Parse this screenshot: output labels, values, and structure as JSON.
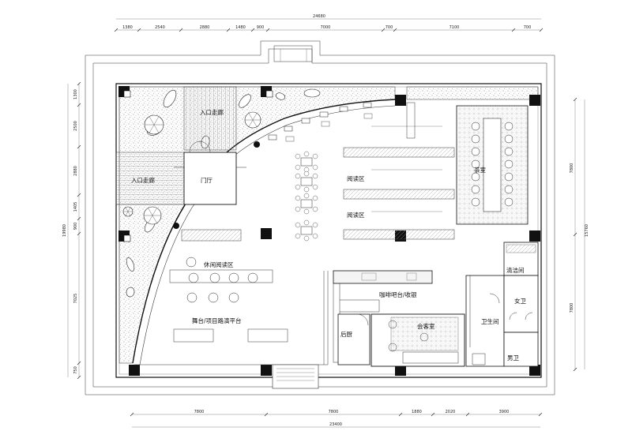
{
  "dimensions": {
    "top_total": "24680",
    "top_segments": [
      "1380",
      "2540",
      "2880",
      "1480",
      "900",
      "7000",
      "700",
      "7100",
      "700"
    ],
    "bottom_segments": [
      "7800",
      "7800",
      "1880",
      "2020",
      "3900"
    ],
    "bottom_total": "23400",
    "left_total": "19980",
    "left_segments": [
      "1300",
      "2500",
      "2880",
      "1405",
      "900",
      "7025",
      "750"
    ],
    "right_segments": [
      "7800",
      "7800"
    ],
    "right_total": "15760"
  },
  "rooms": {
    "entrance_corridor_top": "入口走廊",
    "entrance_corridor_left": "入口走廊",
    "foyer": "门厅",
    "reading_area_1": "阅读区",
    "reading_area_2": "阅读区",
    "tea_room": "茶室",
    "leisure_reading_area": "休闲阅读区",
    "cafe_bar_cashier": "咖啡吧台/收银",
    "stage_platform": "舞台/项目路演平台",
    "back_kitchen": "后厨",
    "reception_room": "会客室",
    "cleaning_room": "清洁间",
    "restroom": "卫生间",
    "female_wc": "女卫",
    "male_wc": "男卫"
  }
}
